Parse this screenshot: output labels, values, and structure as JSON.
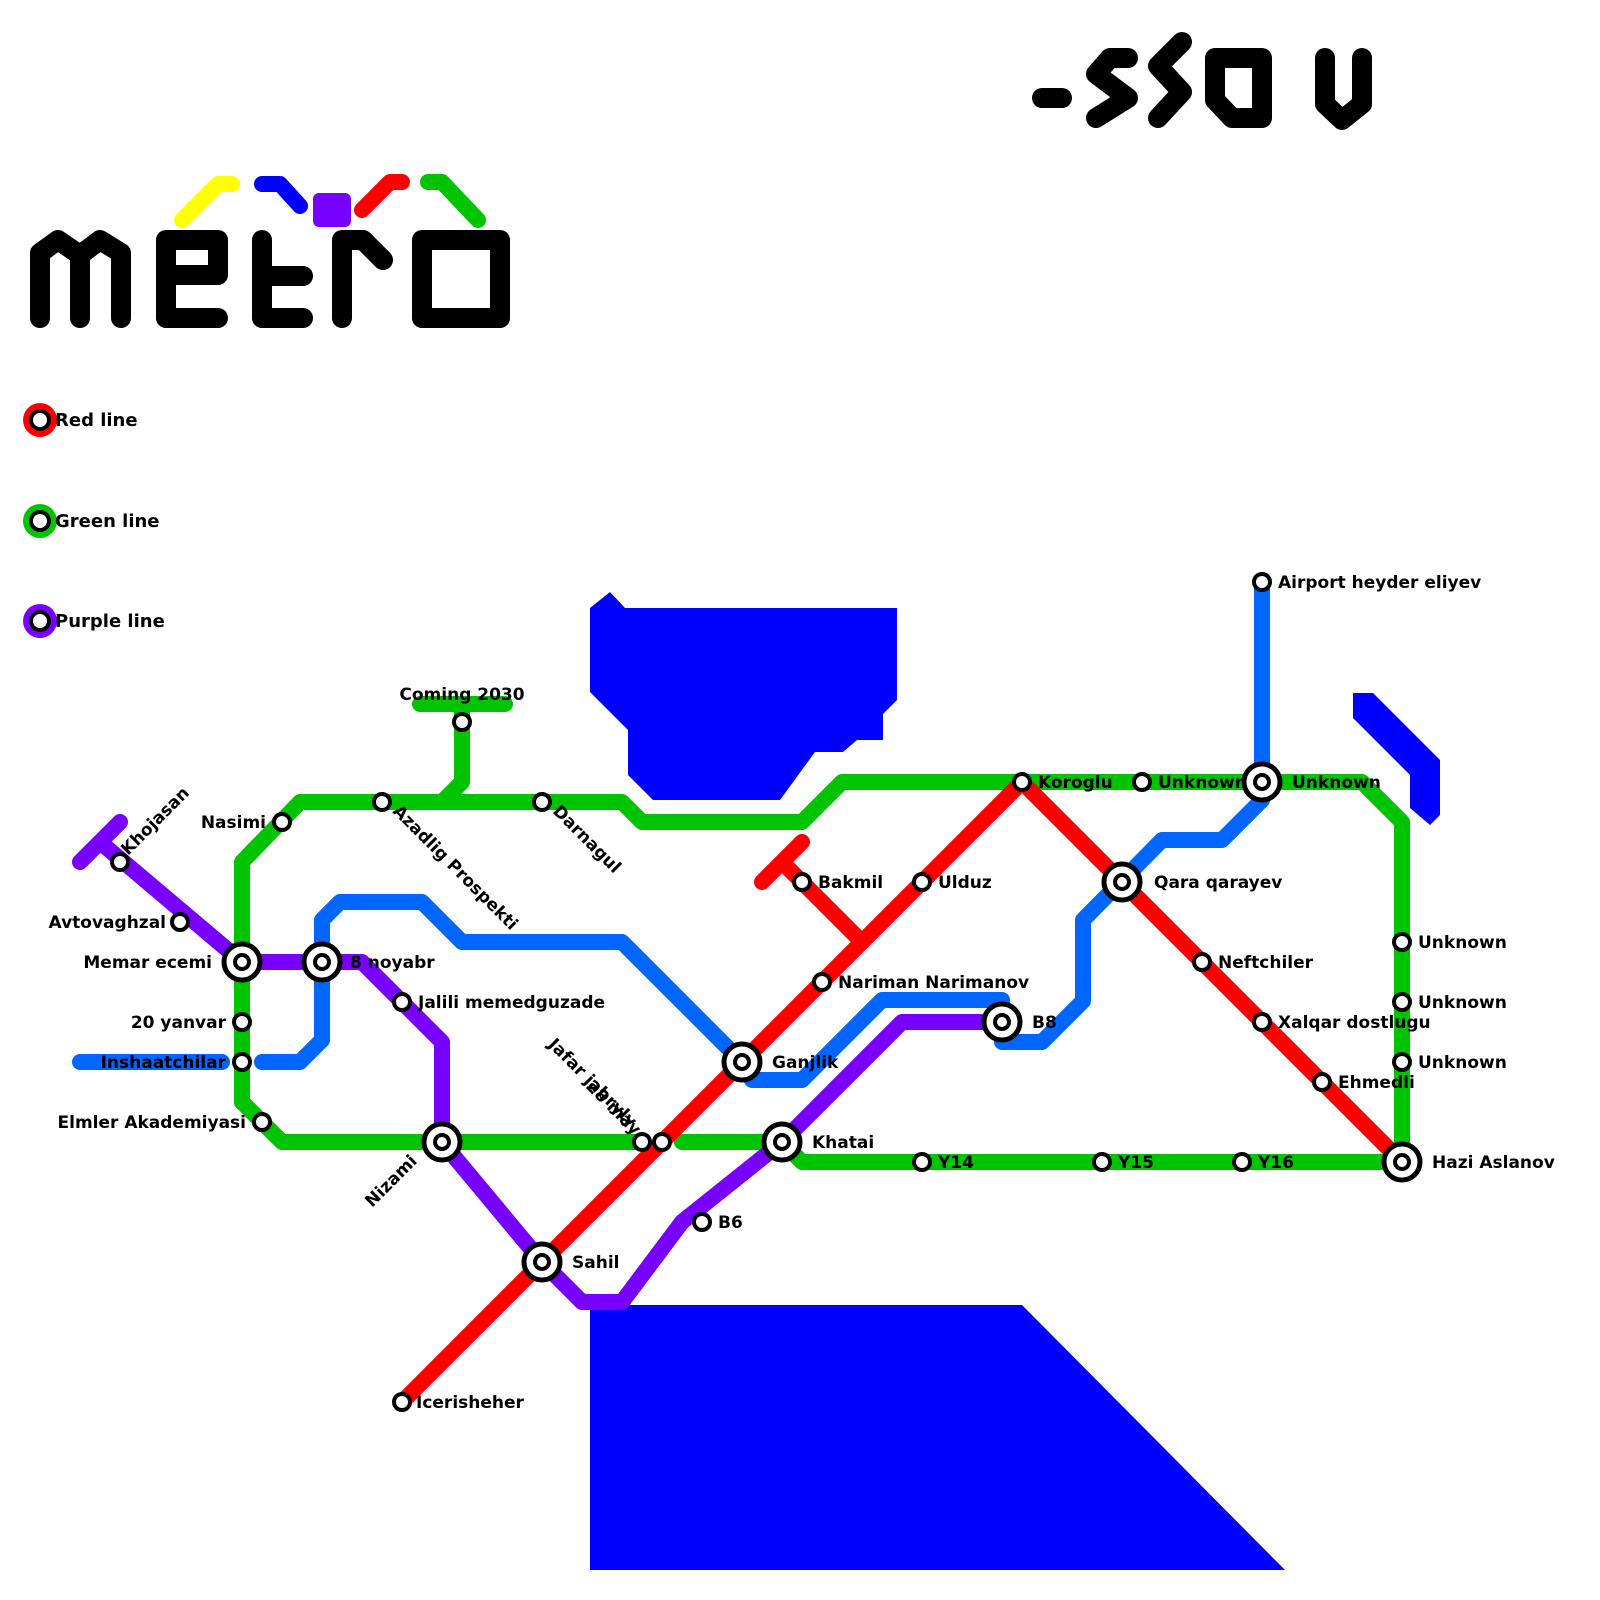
{
  "colors": {
    "red": "#ff0000",
    "green": "#00c400",
    "purple": "#7700ff",
    "blue_line": "#0066ff",
    "water": "#0000ff",
    "yellow": "#ffff00",
    "logo": "#000000"
  },
  "logo": {
    "wordmark": "metro",
    "wordmark_note": "lettering drawn as a graphic",
    "city_mark": "baku (stylised, drawn as a graphic)"
  },
  "legend": [
    {
      "label": "Red line",
      "color": "#ff0000"
    },
    {
      "label": "Green line",
      "color": "#00c400"
    },
    {
      "label": "Purple line",
      "color": "#7700ff"
    }
  ],
  "stations": {
    "khojasan": "Khojasan",
    "avtovaghzal": "Avtovaghzal",
    "memar_ecemi": "Memar ecemi",
    "noyabr_8": "8 noyabr",
    "jalili": "Jalili memedguzade",
    "yanvar_20": "20 yanvar",
    "inshaatchilar": "Inshaatchilar",
    "elmler": "Elmler Akademiyasi",
    "nasimi": "Nasimi",
    "azadlig": "Azadlig Prospekti",
    "coming": "Coming 2030",
    "darnagul": "Darnagul",
    "nizami": "Nizami",
    "jafar": "Jafar jabryly",
    "may_28": "28 may",
    "sahil": "Sahil",
    "icerisheher": "Icerisheher",
    "ganjlik": "Ganjlik",
    "khatai": "Khatai",
    "b6": "B6",
    "bakmil": "Bakmil",
    "ulduz": "Ulduz",
    "nariman": "Nariman Narimanov",
    "b8": "B8",
    "koroglu": "Koroglu",
    "unknown_a": "Unknown",
    "unknown_b": "Unknown",
    "airport": "Airport heyder eliyev",
    "qara": "Qara qarayev",
    "neftchiler": "Neftchiler",
    "xalqar": "Xalqar dostlugu",
    "ehmedli": "Ehmedli",
    "unknown_c": "Unknown",
    "unknown_d": "Unknown",
    "unknown_e": "Unknown",
    "hazi": "Hazi Aslanov",
    "y14": "Y14",
    "y15": "Y15",
    "y16": "Y16"
  }
}
